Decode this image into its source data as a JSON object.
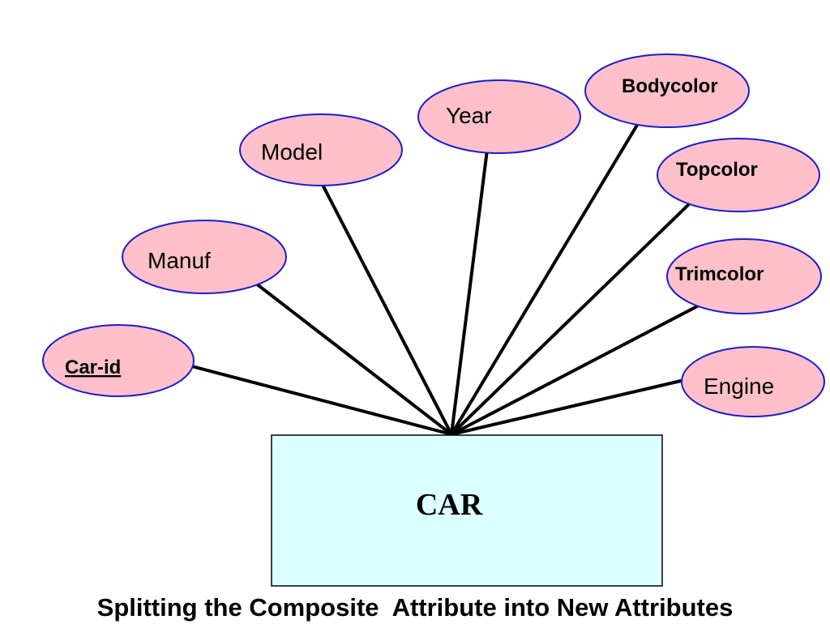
{
  "entity": {
    "label": "CAR"
  },
  "attributes": [
    {
      "key": "car-id",
      "label": "Car-id",
      "style": "bold",
      "key_attribute": true
    },
    {
      "key": "manuf",
      "label": "Manuf",
      "style": "regular",
      "key_attribute": false
    },
    {
      "key": "model",
      "label": "Model",
      "style": "regular",
      "key_attribute": false
    },
    {
      "key": "year",
      "label": "Year",
      "style": "regular",
      "key_attribute": false
    },
    {
      "key": "bodycolor",
      "label": "Bodycolor",
      "style": "bold",
      "key_attribute": false
    },
    {
      "key": "topcolor",
      "label": "Topcolor",
      "style": "bold",
      "key_attribute": false
    },
    {
      "key": "trimcolor",
      "label": "Trimcolor",
      "style": "bold",
      "key_attribute": false
    },
    {
      "key": "engine",
      "label": "Engine",
      "style": "regular",
      "key_attribute": false
    }
  ],
  "caption": "Splitting the Composite  Attribute into New Attributes",
  "colors": {
    "attribute_fill": "#ffc0cb",
    "attribute_stroke": "#1c1ccc",
    "entity_fill": "#dcffff"
  }
}
